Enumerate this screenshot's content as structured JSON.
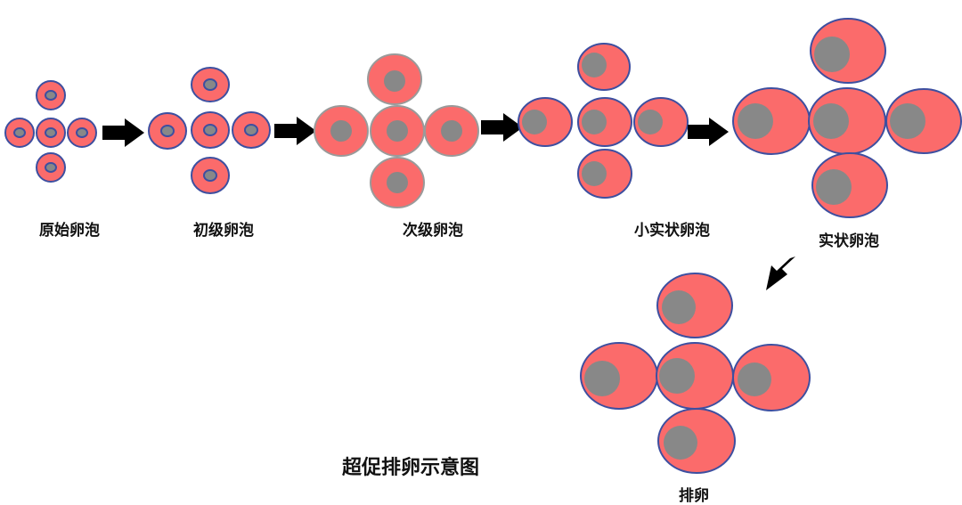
{
  "stages": [
    {
      "id": "primordial",
      "label": "原始卵泡"
    },
    {
      "id": "primary",
      "label": "初级卵泡"
    },
    {
      "id": "secondary",
      "label": "次级卵泡"
    },
    {
      "id": "small_antral",
      "label": "小实状卵泡"
    },
    {
      "id": "antral",
      "label": "实状卵泡"
    },
    {
      "id": "ovulation",
      "label": "排卵"
    }
  ],
  "caption": "超促排卵示意图",
  "colors": {
    "follicle_fill": "#fb6b6b",
    "follicle_stroke": "#3d4fa0",
    "nucleus_fill": "#888888",
    "arrow_fill": "#000000"
  }
}
